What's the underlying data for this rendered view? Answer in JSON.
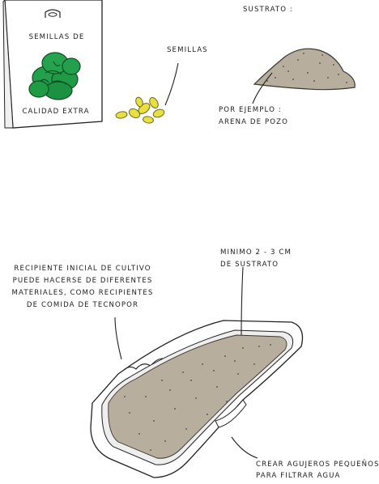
{
  "seed_packet": {
    "top_text": "SEMILLAS DE",
    "bottom_text": "CALIDAD EXTRA"
  },
  "seeds": {
    "label": "SEMILLAS"
  },
  "substrate": {
    "title": "SUSTRATO :",
    "example_line1": "POR EJEMPLO :",
    "example_line2": "ARENA DE POZO"
  },
  "container": {
    "note_line1": "RECIPIENTE INICIAL DE CULTIVO",
    "note_line2": "PUEDE HACERSE DE DIFERENTES",
    "note_line3": "MATERIALES, COMO RECIPIENTES",
    "note_line4": "DE COMIDA DE TECNOPOR",
    "depth_line1": "MINIMO 2 - 3 CM",
    "depth_line2": "DE SUSTRATO",
    "holes_line1": "CREAR AGUJEROS PEQUEÑOS",
    "holes_line2": "PARA FILTRAR AGUA"
  },
  "colors": {
    "leaf_green": "#1f9a45",
    "seed_yellow": "#e8e043",
    "sand": "#b8ae9d"
  }
}
